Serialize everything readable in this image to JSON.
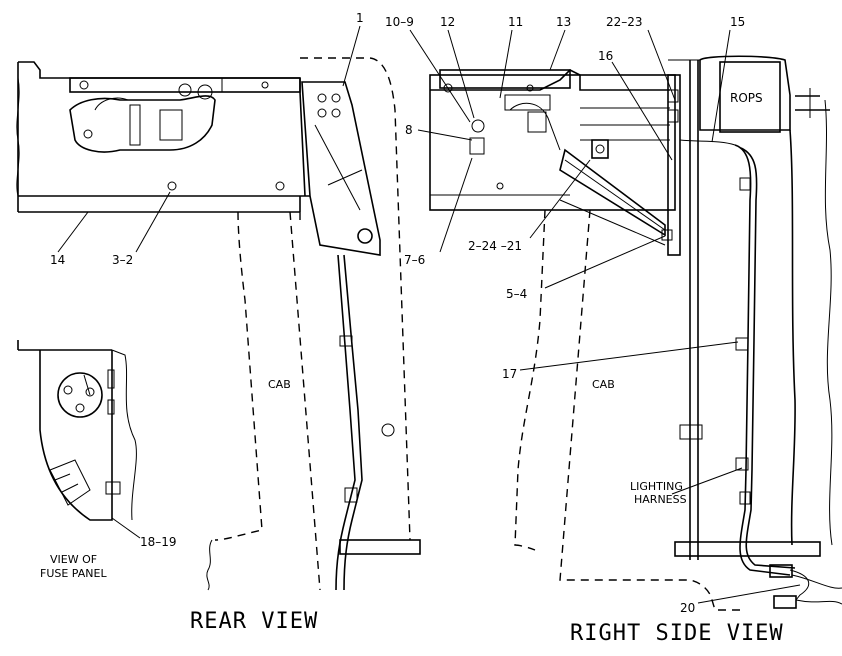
{
  "labels": {
    "l1": "1",
    "l10_9": "10–9",
    "l12": "12",
    "l11": "11",
    "l13": "13",
    "l22_23": "22–23",
    "l15": "15",
    "l16": "16",
    "l8": "8",
    "l14": "14",
    "l3_2": "3–2",
    "l7_6": "7–6",
    "l2_24_21": "2–24 –21",
    "l5_4": "5–4",
    "l17": "17",
    "l18_19": "18–19",
    "l20": "20",
    "rops": "ROPS",
    "cab_left": "CAB",
    "cab_right": "CAB",
    "lighting": "LIGHTING",
    "harness": "HARNESS",
    "view_of": "VIEW OF",
    "fuse_panel": "FUSE PANEL",
    "rear_view": "REAR VIEW",
    "right_side_view": "RIGHT SIDE VIEW"
  }
}
